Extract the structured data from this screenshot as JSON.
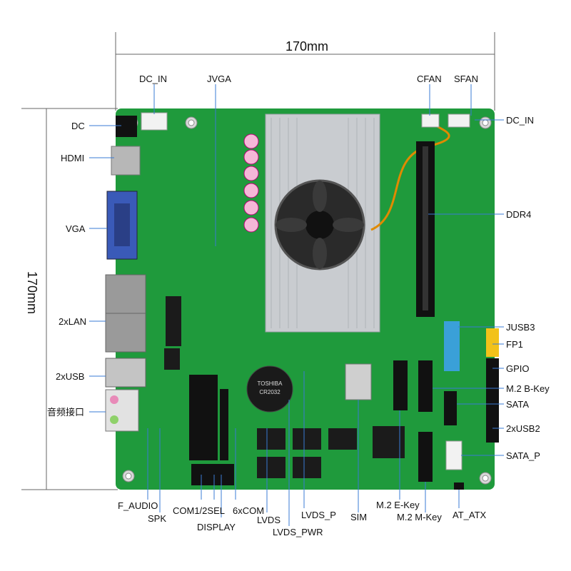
{
  "dimensions": {
    "width_label": "170mm",
    "height_label": "170mm"
  },
  "labels": {
    "dc_in_top": "DC_IN",
    "jvga": "JVGA",
    "cfan": "CFAN",
    "sfan": "SFAN",
    "dc_in_right": "DC_IN",
    "dc": "DC",
    "hdmi": "HDMI",
    "vga": "VGA",
    "lan": "2xLAN",
    "usb": "2xUSB",
    "audio": "音频接口",
    "ddr4": "DDR4",
    "jusb3": "JUSB3",
    "fp1": "FP1",
    "gpio": "GPIO",
    "m2_b": "M.2 B-Key",
    "sata": "SATA",
    "usb2": "2xUSB2",
    "sata_p": "SATA_P",
    "f_audio": "F_AUDIO",
    "spk": "SPK",
    "com_sel": "COM1/2SEL",
    "display": "DISPLAY",
    "six_com": "6xCOM",
    "lvds": "LVDS",
    "lvds_pwr": "LVDS_PWR",
    "lvds_p": "LVDS_P",
    "sim": "SIM",
    "m2_e": "M.2 E-Key",
    "m2_m": "M.2 M-Key",
    "at_atx": "AT_ATX"
  },
  "board_marks": {
    "battery_brand": "TOSHIBA",
    "battery_model": "CR2032"
  },
  "colors": {
    "pcb": "#1f9a3c",
    "pcb_dark": "#177a2f",
    "heatsink": "#c9ccd0",
    "fan": "#222222",
    "connector_black": "#111111",
    "connector_white": "#f2f2f2",
    "usb_blue": "#3aa0d8",
    "yellow": "#f2c21a",
    "lan_gray": "#9a9a9a"
  }
}
